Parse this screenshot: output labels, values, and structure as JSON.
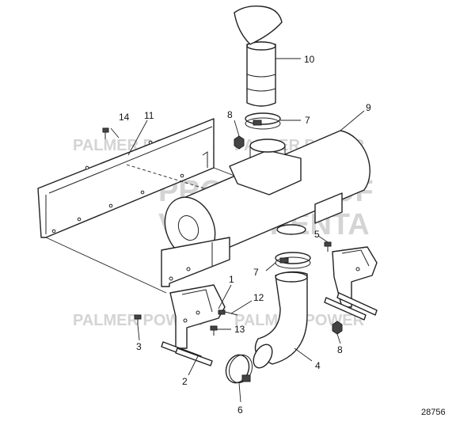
{
  "watermarks": {
    "left": "PALMER POWER",
    "right": "PALMER POWER",
    "center_line1": "PROPERTY OF",
    "center_line2": "VOLVO PENTA",
    "lower_left": "PALMER POWER",
    "lower_right": "PALMER POWER"
  },
  "callouts": {
    "c1": "1",
    "c2": "2",
    "c3": "3",
    "c4": "4",
    "c5": "5",
    "c6": "6",
    "c7a": "7",
    "c7b": "7",
    "c8a": "8",
    "c8b": "8",
    "c9": "9",
    "c10": "10",
    "c11": "11",
    "c12": "12",
    "c13": "13",
    "c14": "14"
  },
  "reference_number": "28756"
}
